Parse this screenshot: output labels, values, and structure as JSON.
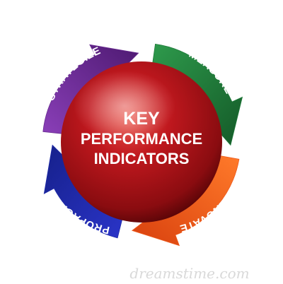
{
  "center": {
    "lines": [
      "KEY",
      "PERFORMANCE",
      "INDICATORS"
    ]
  },
  "cycle": [
    {
      "label": "STRATEGIZE",
      "color": "#6a2c91",
      "icon": "arrow-icon"
    },
    {
      "label": "MEASURE",
      "color": "#1f7a3a",
      "icon": "arrow-icon"
    },
    {
      "label": "INNOVATE",
      "color": "#ee5a1c",
      "icon": "arrow-icon"
    },
    {
      "label": "PROPAGATE",
      "color": "#1e2aa8",
      "icon": "arrow-icon"
    }
  ],
  "watermark": "dreamstime.com",
  "colors": {
    "sphere_light": "#e0403a",
    "sphere_mid": "#b0141a",
    "sphere_dark": "#5a0508"
  }
}
